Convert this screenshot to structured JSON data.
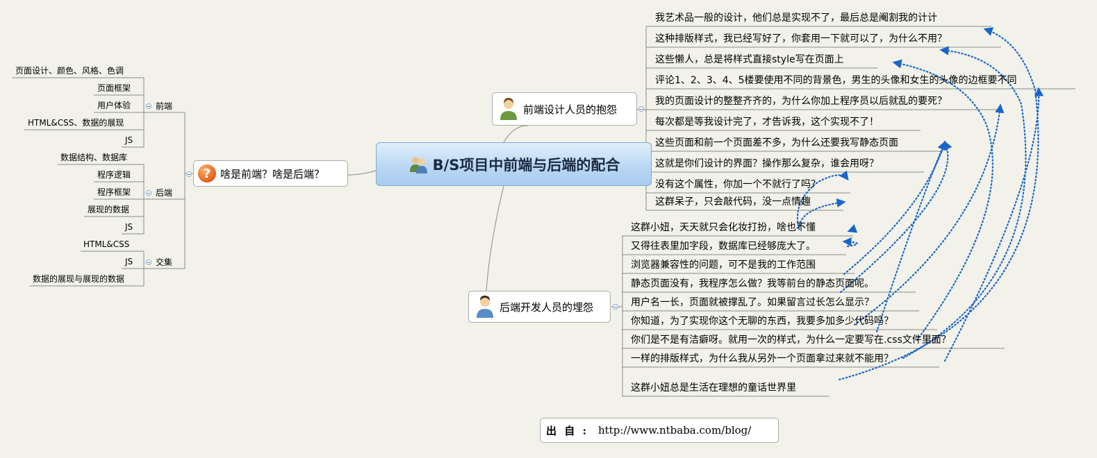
{
  "central": {
    "title": "B/S项目中前端与后端的配合",
    "icon": "people-icon"
  },
  "left_main": {
    "label": "啥是前端？啥是后端？",
    "icon": "question-icon",
    "branches": [
      {
        "label": "前端",
        "items": [
          "页面设计、颜色、风格、色调",
          "页面框架",
          "用户体验",
          "HTML&CSS、数据的展现",
          "JS"
        ]
      },
      {
        "label": "后端",
        "items": [
          "数据结构、数据库",
          "程序逻辑",
          "程序框架",
          "展现的数据",
          "JS"
        ]
      },
      {
        "label": "交集",
        "items": [
          "HTML&CSS",
          "JS",
          "数据的展现与展现的数据"
        ]
      }
    ]
  },
  "frontend_complaints": {
    "label": "前端设计人员的抱怨",
    "icon": "designer-avatar-icon",
    "items": [
      "我艺术品一般的设计，他们总是实现不了，最后总是阉割我的计计",
      "这种排版样式，我已经写好了，你套用一下就可以了，为什么不用？",
      "这些懒人，总是将样式直接style写在页面上",
      "评论1、2、3、4、5楼要使用不同的背景色，男生的头像和女生的头像的边框要不同",
      "我的页面设计的整整齐齐的，为什么你加上程序员以后就乱的要死？",
      "每次都是等我设计完了，才告诉我，这个实现不了！",
      "这些页面和前一个页面差不多，为什么还要我写静态页面",
      "这就是你们设计的界面？操作那么复杂，谁会用呀？",
      "没有这个属性，你加一个不就行了吗？",
      "这群呆子，只会敲代码，没一点情趣"
    ]
  },
  "backend_complaints": {
    "label": "后端开发人员的埋怨",
    "icon": "developer-avatar-icon",
    "items": [
      "这群小妞，天天就只会化妆打扮，啥也不懂",
      "又得往表里加字段，数据库已经够庞大了。",
      "浏览器兼容性的问题，可不是我的工作范围",
      "静态页面没有，我程序怎么做？我等前台的静态页面呢。",
      "用户名一长，页面就被撑乱了。如果留言过长怎么显示？",
      "你知道，为了实现你这个无聊的东西，我要多加多少代码吗？",
      "你们是不是有洁癖呀。就用一次的样式，为什么一定要写在.css文件里面？",
      "一样的排版样式，为什么我从另外一个页面拿过来就不能用？",
      "这群小妞总是生活在理想的童话世界里"
    ]
  },
  "source": {
    "label": "出 自 :",
    "url": "http://www.ntbaba.com/blog/"
  },
  "colors": {
    "arrow": "#1a66c8",
    "line": "#8a8a8a",
    "central_fill": "#b8d6f3",
    "background": "#f2f2ea"
  }
}
